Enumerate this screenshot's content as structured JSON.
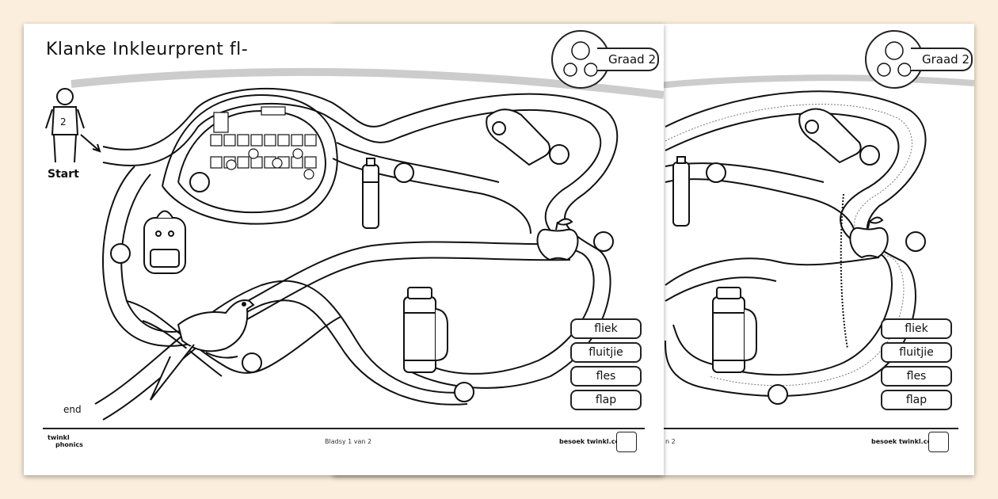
{
  "sheets": {
    "front": {
      "title": "Klanke Inkleurprent fl-",
      "grade": "Graad 2",
      "start": "Start",
      "end": "end",
      "words": [
        "fliek",
        "fluitjie",
        "fles",
        "flap"
      ],
      "page_number": "Bladsy 1 van 2",
      "visit": "besoek twinkl.co.za",
      "logo": [
        "twinkl",
        "phonics"
      ]
    },
    "back": {
      "grade": "Graad 2",
      "words": [
        "fliek",
        "fluitjie",
        "fles",
        "flap"
      ],
      "page_number": "n 2",
      "visit": "besoek twinkl.co.za"
    }
  },
  "icons": [
    "teacher-children-icon",
    "boy-icon",
    "cinema-icon",
    "whistle-icon",
    "water-bottle-icon",
    "backpack-icon",
    "apple-icon",
    "bird-icon",
    "flask-icon"
  ]
}
